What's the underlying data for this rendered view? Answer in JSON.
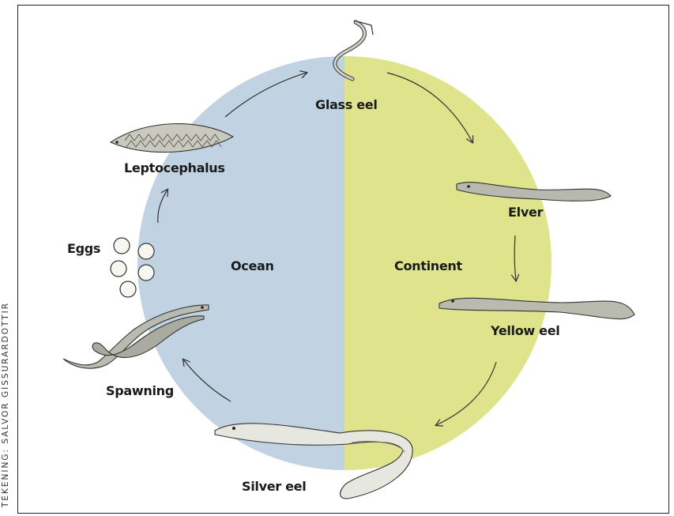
{
  "credit": "TEKENING: SALVOR GISSURARDOTTIR",
  "regions": {
    "ocean": {
      "label": "Ocean",
      "color": "#c1d3e2"
    },
    "continent": {
      "label": "Continent",
      "color": "#dfe38b"
    }
  },
  "stages": {
    "glass_eel": "Glass eel",
    "elver": "Elver",
    "yellow_eel": "Yellow eel",
    "silver_eel": "Silver eel",
    "spawning": "Spawning",
    "eggs": "Eggs",
    "leptocephalus": "Leptocephalus"
  }
}
